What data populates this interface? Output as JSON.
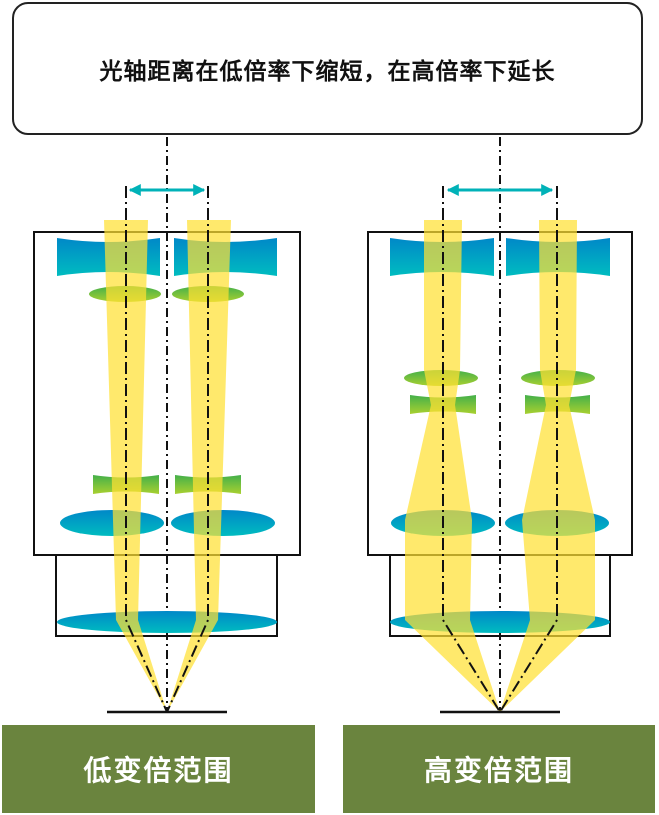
{
  "title": "光轴距离在低倍率下缩短，在高倍率下延长",
  "panels": [
    {
      "label": "低变倍范围"
    },
    {
      "label": "高变倍范围"
    }
  ],
  "colors": {
    "beam": "#ffe033",
    "arrow": "#00b2b8",
    "lens_blue_top": "#0090c8",
    "lens_blue_bottom": "#00b8c0",
    "lens_green": "#5fb848",
    "label_bg": "#6a843e"
  }
}
